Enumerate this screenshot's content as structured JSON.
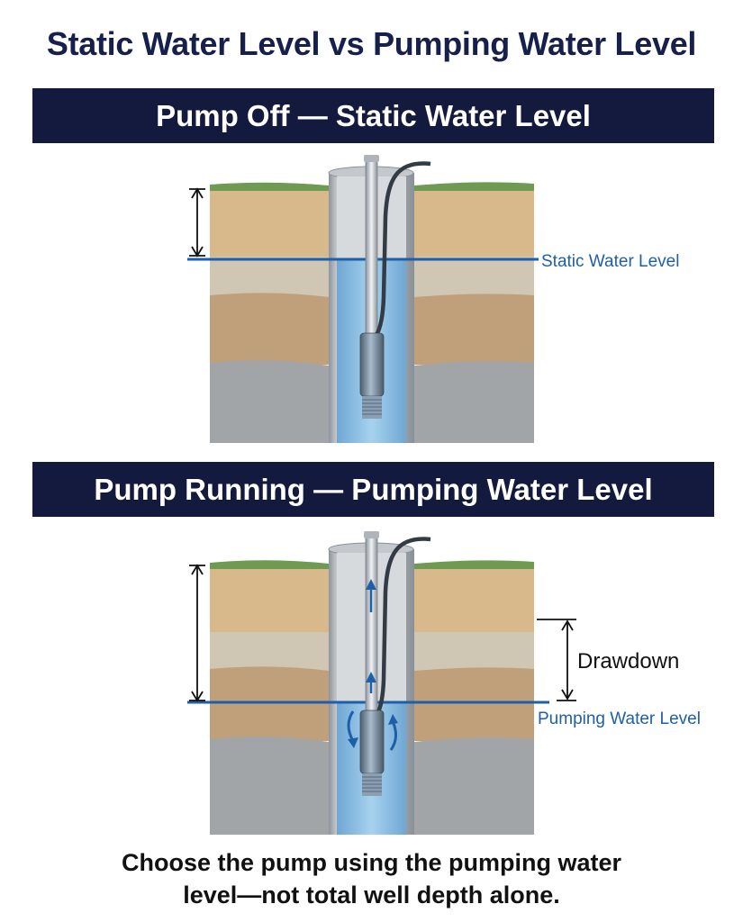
{
  "title": "Static Water Level vs Pumping Water Level",
  "panels": {
    "static": {
      "heading": "Pump Off — Static Water Level",
      "water_label": "Static Water Level"
    },
    "pumping": {
      "heading": "Pump Running — Pumping Water Level",
      "drawdown_label": "Drawdown",
      "water_label": "Pumping Water Level"
    }
  },
  "footer": {
    "line1": "Choose the pump using the pumping water",
    "line2": "level—not total well depth alone."
  },
  "colors": {
    "banner": "#141a3e",
    "water_line": "#1f5fa8",
    "water": "#9ccbe8",
    "grass": "#6f9a52"
  }
}
